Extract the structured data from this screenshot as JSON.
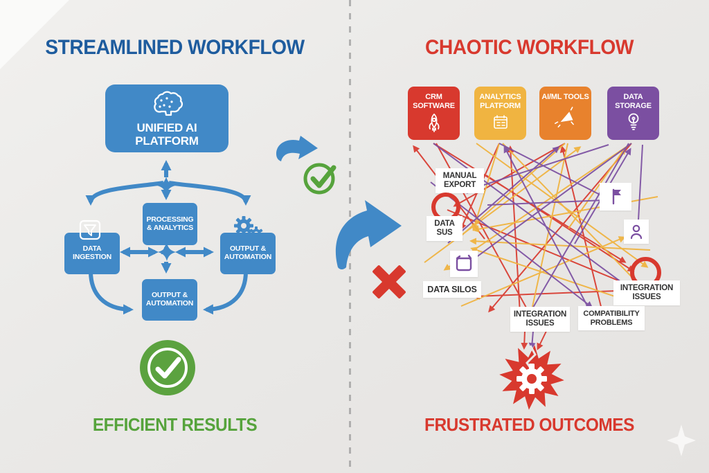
{
  "left_panel": {
    "title": "STREAMLINED WORKFLOW",
    "platform": {
      "label": "UNIFIED AI PLATFORM",
      "icon": "brain-icon"
    },
    "processing": {
      "label": "PROCESSING & ANALYTICS"
    },
    "ingestion": {
      "label": "DATA INGESTION",
      "icon": "funnel-icon"
    },
    "output_side": {
      "label": "OUTPUT & AUTOMATION",
      "icon": "gears-icon"
    },
    "output_bottom": {
      "label": "OUTPUT & AUTOMATION"
    },
    "badge_icon": "check-circle-icon",
    "result": "EFFICIENT RESULTS"
  },
  "center": {
    "divider_style": "vertical-dashed",
    "icons": [
      "curved-arrow-icon",
      "check-outline-icon",
      "big-curved-arrow-icon",
      "x-mark-icon"
    ]
  },
  "right_panel": {
    "title": "CHAOTIC WORKFLOW",
    "systems": [
      {
        "label": "CRM SOFTWARE",
        "color": "#d8392e",
        "icon": "rocket-icon"
      },
      {
        "label": "ANALYTICS PLATFORM",
        "color": "#f0b441",
        "icon": "calendar-icon"
      },
      {
        "label": "AI/ML TOOLS",
        "color": "#e8822d",
        "icon": "megaphone-icon"
      },
      {
        "label": "DATA STORAGE",
        "color": "#7b4fa1",
        "icon": "lightbulb-icon"
      }
    ],
    "labels": {
      "manual_export": "MANUAL EXPORT",
      "data_sus": "DATA SUS",
      "data_silos": "DATA SILOS",
      "integration_issues_center": "INTEGRATION ISSUES",
      "compatibility_problems": "COMPATIBILITY PROBLEMS",
      "integration_issues_right": "INTEGRATION ISSUES"
    },
    "scatter_icons": [
      "flag-icon",
      "person-icon",
      "box-icon",
      "alert-circle-icon",
      "alert-circle-icon"
    ],
    "burst_icon": "broken-gear-burst-icon",
    "result": "FRUSTRATED OUTCOMES"
  },
  "colors": {
    "background": "#eae9e7",
    "blue": "#4189c7",
    "title_blue": "#1e5c9e",
    "green": "#56a33c",
    "badge_green": "#5ba23f",
    "red": "#d8392e",
    "yellow": "#f0b441",
    "orange": "#e8822d",
    "purple": "#7b4fa1",
    "label_text": "#333333"
  }
}
